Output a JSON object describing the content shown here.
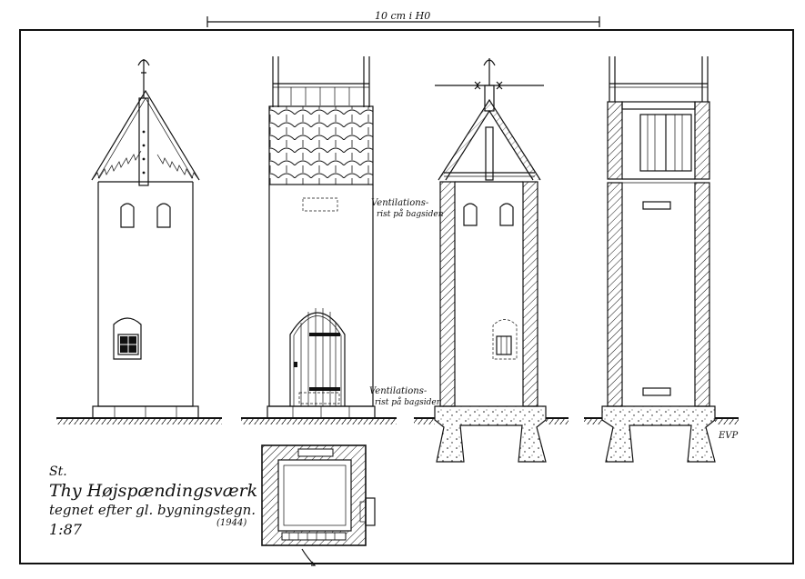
{
  "scale_bar": {
    "label": "10 cm i H0"
  },
  "notes": {
    "vent_upper_line1": "Ventilations-",
    "vent_upper_line2": "rist på bagsiden",
    "vent_lower_line1": "Ventilations-",
    "vent_lower_line2": "rist på bagsiden",
    "evp": "EVP"
  },
  "title_block": {
    "line1": "St.",
    "line2": "Thy Højspændingsværk",
    "line3": "tegnet efter gl. bygningstegn.",
    "line4": "1:87",
    "year": "(1944)"
  },
  "colors": {
    "ink": "#111111",
    "paper": "#ffffff"
  }
}
